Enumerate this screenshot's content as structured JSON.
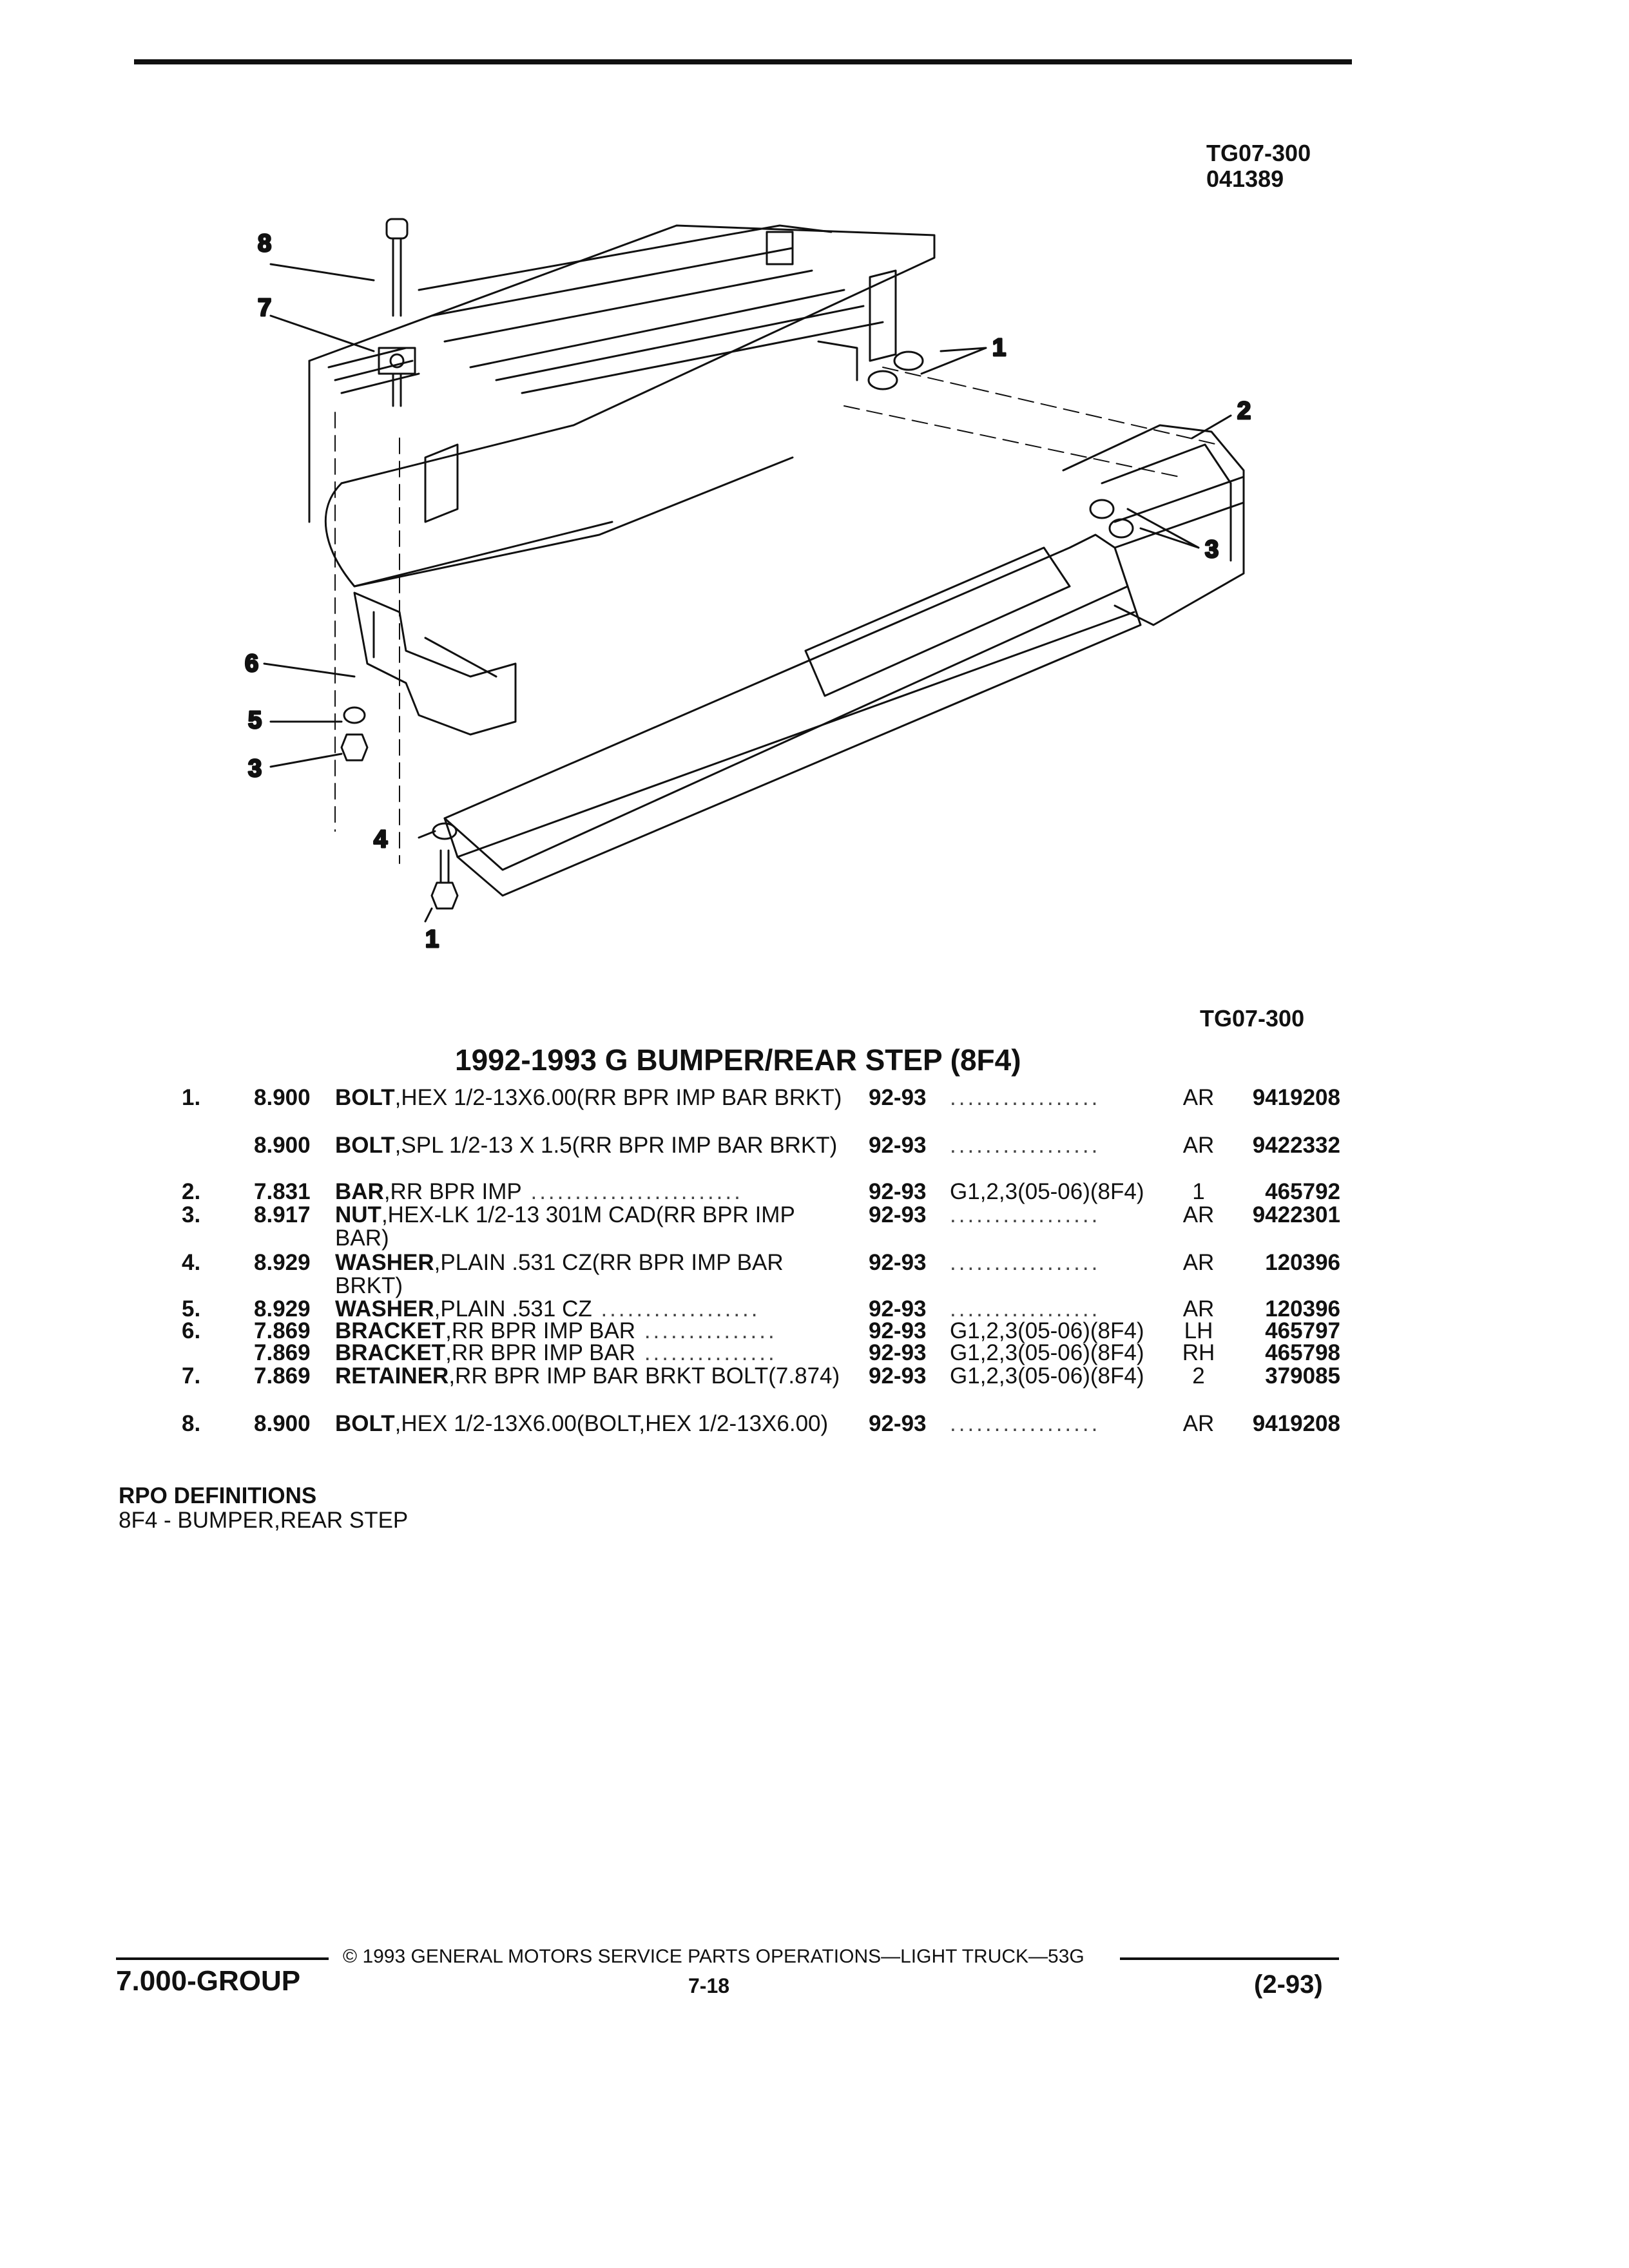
{
  "figure": {
    "id": "TG07-300",
    "code": "041389",
    "caption": "TG07-300",
    "callouts": [
      "1",
      "2",
      "3",
      "4",
      "5",
      "6",
      "7",
      "8"
    ]
  },
  "title": "1992-1993 G BUMPER/REAR STEP (8F4)",
  "rows": [
    {
      "idx": "1.",
      "group": "8.900",
      "name": "BOLT",
      "desc": ",HEX 1/2-13X6.00(RR BPR IMP BAR BRKT)",
      "years": "92-93",
      "app": "",
      "qty": "AR",
      "part": "9419208"
    },
    {
      "idx": "",
      "group": "8.900",
      "name": "BOLT",
      "desc": ",SPL 1/2-13 X 1.5(RR BPR IMP BAR BRKT)",
      "years": "92-93",
      "app": "",
      "qty": "AR",
      "part": "9422332"
    },
    {
      "idx": "2.",
      "group": "7.831",
      "name": "BAR",
      "desc": ",RR BPR IMP",
      "years": "92-93",
      "app": "G1,2,3(05-06)(8F4)",
      "qty": "1",
      "part": "465792"
    },
    {
      "idx": "3.",
      "group": "8.917",
      "name": "NUT",
      "desc": ",HEX-LK 1/2-13 301M CAD(RR BPR IMP BAR)",
      "years": "92-93",
      "app": "",
      "qty": "AR",
      "part": "9422301"
    },
    {
      "idx": "4.",
      "group": "8.929",
      "name": "WASHER",
      "desc": ",PLAIN .531 CZ(RR BPR IMP BAR BRKT)",
      "years": "92-93",
      "app": "",
      "qty": "AR",
      "part": "120396"
    },
    {
      "idx": "5.",
      "group": "8.929",
      "name": "WASHER",
      "desc": ",PLAIN .531 CZ",
      "years": "92-93",
      "app": "",
      "qty": "AR",
      "part": "120396"
    },
    {
      "idx": "6.",
      "group": "7.869",
      "name": "BRACKET",
      "desc": ",RR BPR IMP BAR",
      "years": "92-93",
      "app": "G1,2,3(05-06)(8F4)",
      "qty": "LH",
      "part": "465797"
    },
    {
      "idx": "",
      "group": "7.869",
      "name": "BRACKET",
      "desc": ",RR BPR IMP BAR",
      "years": "92-93",
      "app": "G1,2,3(05-06)(8F4)",
      "qty": "RH",
      "part": "465798"
    },
    {
      "idx": "7.",
      "group": "7.869",
      "name": "RETAINER",
      "desc": ",RR BPR IMP BAR BRKT BOLT(7.874)",
      "years": "92-93",
      "app": "G1,2,3(05-06)(8F4)",
      "qty": "2",
      "part": "379085"
    },
    {
      "idx": "8.",
      "group": "8.900",
      "name": "BOLT",
      "desc": ",HEX 1/2-13X6.00(BOLT,HEX 1/2-13X6.00)",
      "years": "92-93",
      "app": "",
      "qty": "AR",
      "part": "9419208"
    }
  ],
  "rpo": {
    "heading": "RPO DEFINITIONS",
    "line": "8F4 - BUMPER,REAR STEP"
  },
  "footer": {
    "copyright": "© 1993 GENERAL MOTORS SERVICE PARTS OPERATIONS—LIGHT TRUCK—53G",
    "group": "7.000-GROUP",
    "page": "7-18",
    "date": "(2-93)"
  }
}
